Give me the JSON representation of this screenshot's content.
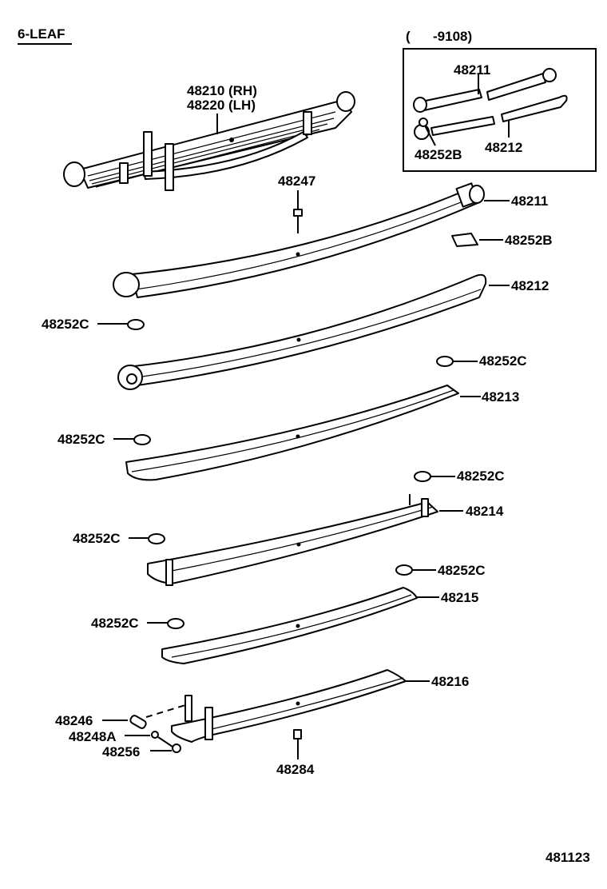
{
  "header": {
    "variant": "6-LEAF",
    "date_range": "(      -9108)"
  },
  "inset": {
    "label_48211": "48211",
    "label_48252B": "48252B",
    "label_48212": "48212"
  },
  "parts": {
    "assembly_rh": "48210 (RH)",
    "assembly_lh": "48220 (LH)",
    "bolt_center": "48247",
    "leaf_1": "48211",
    "bushing_b": "48252B",
    "leaf_2": "48212",
    "cap_1": "48252C",
    "cap_2": "48252C",
    "leaf_3": "48213",
    "cap_3": "48252C",
    "cap_4": "48252C",
    "leaf_4": "48214",
    "cap_5": "48252C",
    "cap_6": "48252C",
    "leaf_5": "48215",
    "cap_7": "48252C",
    "leaf_6": "48216",
    "spacer": "48246",
    "washer": "48248A",
    "bolt_clip": "48256",
    "nut": "48284"
  },
  "footer": {
    "diagram_code": "481123"
  }
}
